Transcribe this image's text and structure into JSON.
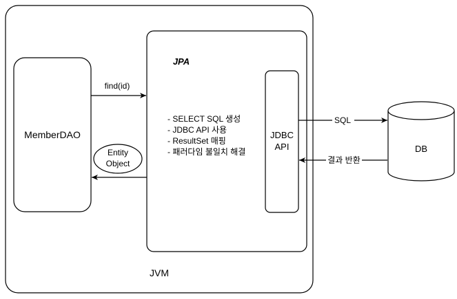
{
  "jvm": {
    "label": "JVM"
  },
  "member_dao": {
    "label": "MemberDAO"
  },
  "entity_object": {
    "line1": "Entity",
    "line2": "Object"
  },
  "jpa": {
    "title": "JPA",
    "features": [
      "- SELECT SQL 생성",
      "- JDBC API 사용",
      "- ResultSet 매핑",
      "- 패러다임 불일치 해결"
    ]
  },
  "jdbc_api": {
    "line1": "JDBC",
    "line2": "API"
  },
  "db": {
    "label": "DB"
  },
  "arrows": {
    "find": {
      "label": "find(id)"
    },
    "sql": {
      "label": "SQL"
    },
    "result": {
      "label": "결과 반환"
    }
  }
}
